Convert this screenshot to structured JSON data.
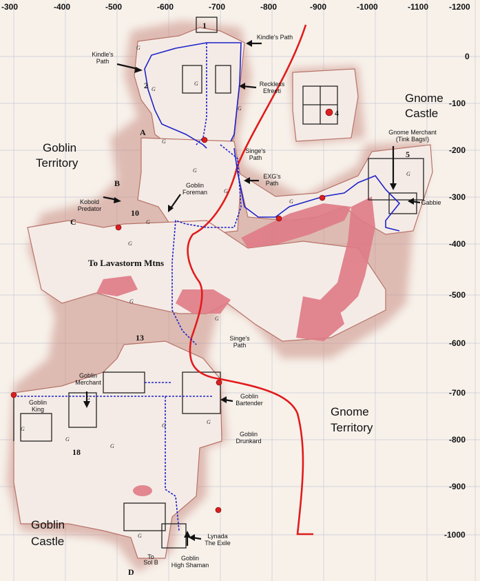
{
  "axes": {
    "top_ticks": [
      "-300",
      "-400",
      "-500",
      "-600",
      "-700",
      "-800",
      "-900",
      "-1000",
      "-1100",
      "-1200"
    ],
    "right_ticks": [
      "0",
      "-100",
      "-200",
      "-300",
      "-400",
      "-500",
      "-600",
      "-700",
      "-800",
      "-900",
      "-1000"
    ]
  },
  "regions": {
    "goblin_territory": [
      "Goblin",
      "Territory"
    ],
    "gnome_castle": [
      "Gnome",
      "Castle"
    ],
    "gnome_territory": [
      "Gnome",
      "Territory"
    ],
    "goblin_castle": [
      "Goblin",
      "Castle"
    ],
    "lavastorm": "To Lavastorm Mtns"
  },
  "markers": {
    "n1": "1",
    "n2": "2",
    "n4": "4",
    "n5": "5",
    "n10": "10",
    "n13": "13",
    "n18": "18",
    "A": "A",
    "B": "B",
    "C": "C",
    "D": "D"
  },
  "labels": {
    "kindles_path_right": "Kindle's Path",
    "kindles_path_left": [
      "Kindle's",
      "Path"
    ],
    "reckless_efreeti": [
      "Reckless",
      "Efreeti"
    ],
    "singes_path_top": [
      "Singe's",
      "Path"
    ],
    "exgs_path": [
      "EXG's",
      "Path"
    ],
    "goblin_foreman": [
      "Goblin",
      "Foreman"
    ],
    "kobold_predator": [
      "Kobold",
      "Predator"
    ],
    "gnome_merchant": [
      "Gnome Merchant",
      "(Tink Bags!)"
    ],
    "gabbie": "Gabbie",
    "singes_path_bottom": [
      "Singe's",
      "Path"
    ],
    "goblin_merchant": [
      "Goblin",
      "Merchant"
    ],
    "goblin_king": [
      "Goblin",
      "King"
    ],
    "goblin_bartender": [
      "Goblin",
      "Bartender"
    ],
    "goblin_drunkard": [
      "Goblin",
      "Drunkard"
    ],
    "lynada": [
      "Lynada",
      "The Exile"
    ],
    "goblin_high_shaman": [
      "Goblin",
      "High Shaman"
    ],
    "to_sol_b": [
      "To",
      "Sol B"
    ]
  },
  "colors": {
    "rock": "#ecdcd4",
    "edge": "#c98f85",
    "lava": "#e07b86",
    "border_line": "#e11b1b",
    "path": "#1d22c9"
  }
}
